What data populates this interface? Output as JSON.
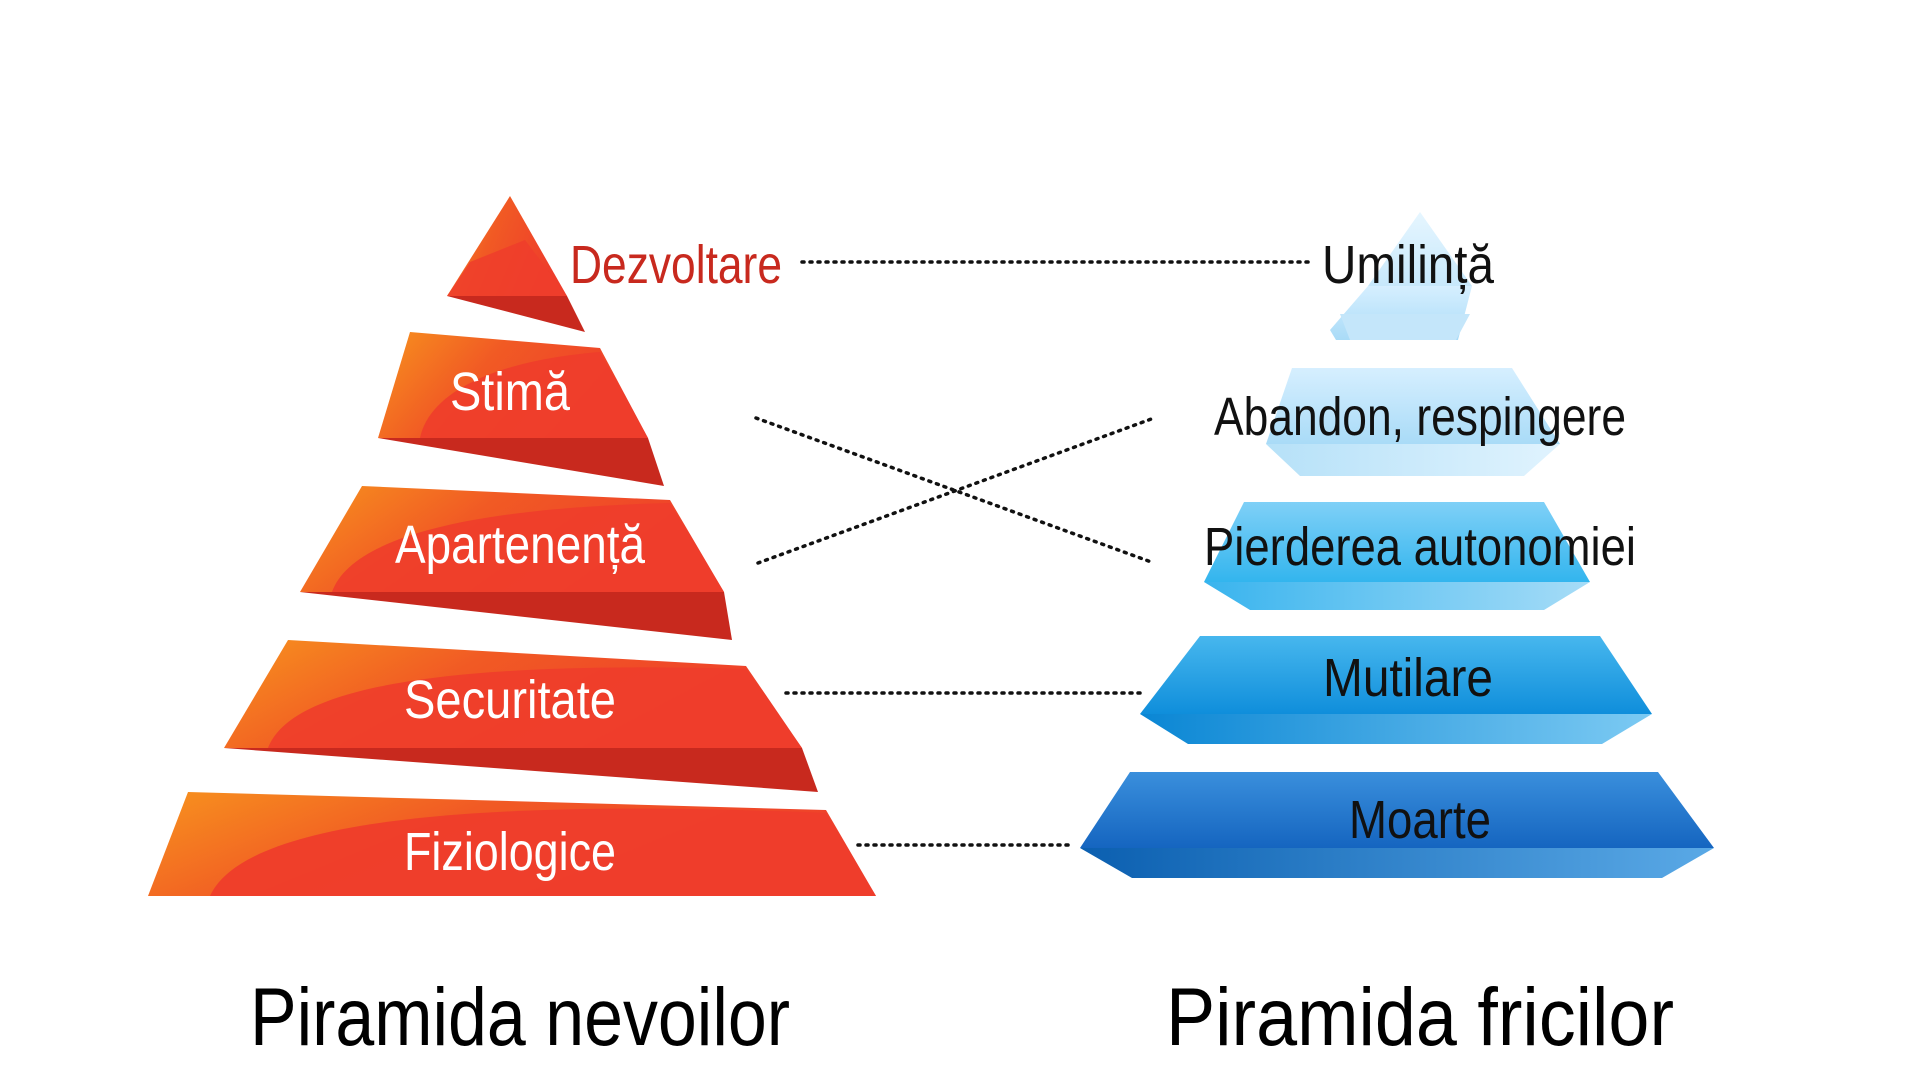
{
  "colors": {
    "need_light": "#f7931e",
    "need_main": "#ee3d2b",
    "need_dark": "#c8291e",
    "need_highlight": "#f26522",
    "top_label": "#c8291e",
    "fear_top": "#d7efff",
    "fear_mid": "#4fb8ee",
    "fear_bottom": "#1e6fc4",
    "text_dark": "#111111",
    "connector": "#111111"
  },
  "needs": {
    "caption": "Piramida nevoilor",
    "levels": [
      "Dezvoltare",
      "Stimă",
      "Apartenență",
      "Securitate",
      "Fiziologice"
    ]
  },
  "fears": {
    "caption": "Piramida fricilor",
    "levels": [
      "Umilință",
      "Abandon, respingere",
      "Pierderea autonomiei",
      "Mutilare",
      "Moarte"
    ]
  },
  "connections": [
    {
      "from": "Dezvoltare",
      "to": "Umilință"
    },
    {
      "from": "Stimă",
      "to": "Pierderea autonomiei"
    },
    {
      "from": "Apartenență",
      "to": "Abandon, respingere"
    },
    {
      "from": "Securitate",
      "to": "Mutilare"
    },
    {
      "from": "Fiziologice",
      "to": "Moarte"
    }
  ]
}
